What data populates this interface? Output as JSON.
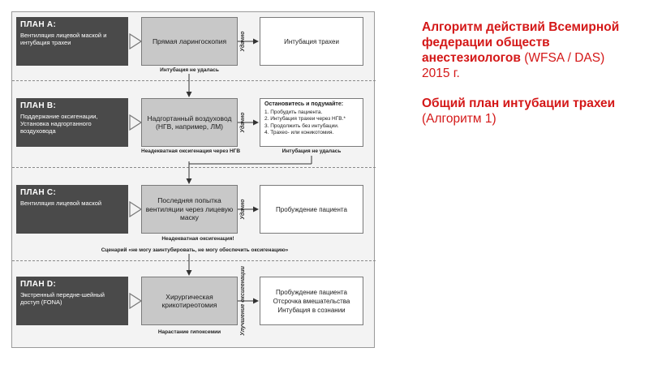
{
  "plans": [
    {
      "title": "ПЛАН А:",
      "desc": "Вентиляция лицевой маской и интубация трахеи",
      "action": "Прямая ларингоскопия",
      "success": "Удачно",
      "outcome": "Интубация трахеи",
      "fail": "Интубация не удалась"
    },
    {
      "title": "ПЛАН В:",
      "desc": "Поддержание оксигенации, Установка надгортанного воздуховода",
      "action": "Надгортанный воздуховод (НГВ, например, ЛМ)",
      "success": "Удачно",
      "outcome_title": "Остановитесь и подумайте:",
      "outcome_items": [
        "1. Пробудить пациента.",
        "2. Интубация трахеи через НГВ.*",
        "3. Продолжить без интубации.",
        "4. Трахео- или коникотомия."
      ],
      "fail_left": "Неадекватная оксигенация через НГВ",
      "fail_right": "Интубация не удалась"
    },
    {
      "title": "ПЛАН С:",
      "desc": "Вентиляция лицевой маской",
      "action": "Последняя попытка вентиляции через лицевую маску",
      "success": "Удачно",
      "outcome": "Пробуждение пациента",
      "fail": "Неадекватная оксигенация!",
      "scenario": "Сценарий «не могу заинтубировать, не могу обеспечить оксигенацию»"
    },
    {
      "title": "ПЛАН D:",
      "desc": "Экстренный передне-шейный доступ (FONA)",
      "action": "Хирургическая крикотиреотомия",
      "success": "Улучшение оксигенации",
      "outcome_lines": [
        "Пробуждение пациента",
        "Отсрочка вмешательства",
        "Интубация в сознании"
      ],
      "fail": "Нарастание гипоксемии"
    }
  ],
  "side_text": {
    "line1_bold": "Алгоритм действий Всемирной федерации обществ анестезиологов",
    "line1_normal": " (WFSA / DAS) 2015 г.",
    "line2_bold": "Общий план интубации трахеи",
    "line2_normal": " (Алгоритм 1)"
  }
}
